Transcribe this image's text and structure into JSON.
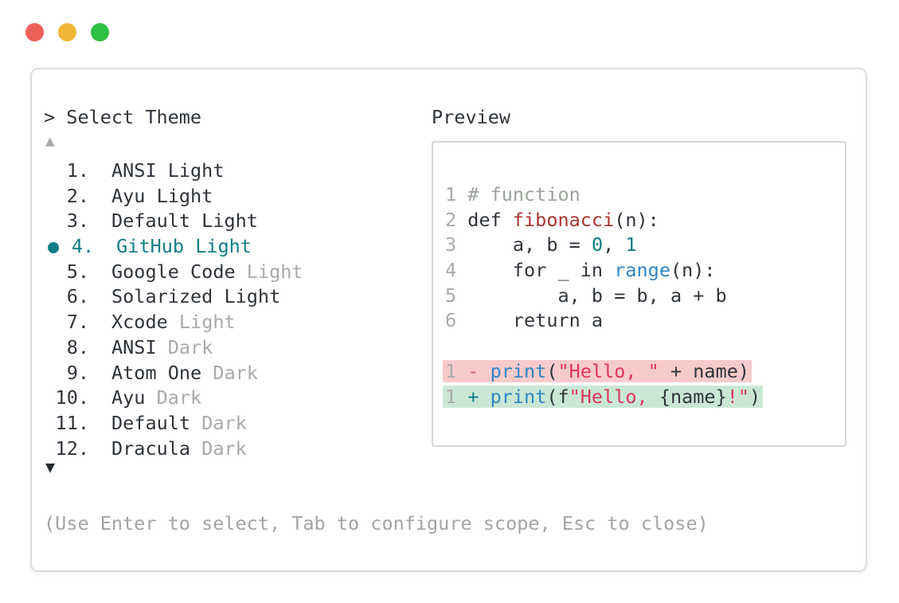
{
  "window": {
    "traffic_lights": {
      "close": "#f05f57",
      "minimize": "#f2b736",
      "zoom": "#2dc043"
    }
  },
  "prompt": "> Select Theme",
  "scroll_up_icon": "▲",
  "scroll_down_icon": "▼",
  "bullet_char": "●",
  "theme_list": [
    {
      "num": "1.",
      "name": "ANSI Light",
      "muted": "",
      "selected": false
    },
    {
      "num": "2.",
      "name": "Ayu Light",
      "muted": "",
      "selected": false
    },
    {
      "num": "3.",
      "name": "Default Light",
      "muted": "",
      "selected": false
    },
    {
      "num": "4.",
      "name": "GitHub Light",
      "muted": "",
      "selected": true
    },
    {
      "num": "5.",
      "name": "Google Code",
      "muted": " Light",
      "selected": false
    },
    {
      "num": "6.",
      "name": "Solarized Light",
      "muted": "",
      "selected": false
    },
    {
      "num": "7.",
      "name": "Xcode",
      "muted": " Light",
      "selected": false
    },
    {
      "num": "8.",
      "name": "ANSI",
      "muted": " Dark",
      "selected": false
    },
    {
      "num": "9.",
      "name": "Atom One",
      "muted": " Dark",
      "selected": false
    },
    {
      "num": "10.",
      "name": "Ayu",
      "muted": " Dark",
      "selected": false
    },
    {
      "num": "11.",
      "name": "Default",
      "muted": " Dark",
      "selected": false
    },
    {
      "num": "12.",
      "name": "Dracula",
      "muted": " Dark",
      "selected": false
    }
  ],
  "preview": {
    "heading": "Preview",
    "code_lines": [
      {
        "bg": "",
        "tokens": [
          [
            "1 ",
            "ln"
          ],
          [
            "# function",
            "cm"
          ]
        ]
      },
      {
        "bg": "",
        "tokens": [
          [
            "2 ",
            "ln"
          ],
          [
            "def ",
            "tx"
          ],
          [
            "fibonacci",
            "fn"
          ],
          [
            "(n):",
            "tx"
          ]
        ]
      },
      {
        "bg": "",
        "tokens": [
          [
            "3 ",
            "ln"
          ],
          [
            "    a, b = ",
            "tx"
          ],
          [
            "0",
            "nu"
          ],
          [
            ", ",
            "tx"
          ],
          [
            "1",
            "nu"
          ]
        ]
      },
      {
        "bg": "",
        "tokens": [
          [
            "4 ",
            "ln"
          ],
          [
            "    for _ in ",
            "tx"
          ],
          [
            "range",
            "bl"
          ],
          [
            "(n):",
            "tx"
          ]
        ]
      },
      {
        "bg": "",
        "tokens": [
          [
            "5 ",
            "ln"
          ],
          [
            "        a, b = b, a + b",
            "tx"
          ]
        ]
      },
      {
        "bg": "",
        "tokens": [
          [
            "6 ",
            "ln"
          ],
          [
            "    return a",
            "tx"
          ]
        ]
      },
      {
        "bg": "",
        "tokens": []
      },
      {
        "bg": "del",
        "tokens": [
          [
            "1 ",
            "ln"
          ],
          [
            "- ",
            "mi"
          ],
          [
            "print",
            "bl"
          ],
          [
            "(",
            "tx"
          ],
          [
            "\"Hello, \"",
            "st"
          ],
          [
            " + name)",
            "tx"
          ]
        ]
      },
      {
        "bg": "add",
        "tokens": [
          [
            "1 ",
            "ln"
          ],
          [
            "+ ",
            "pl"
          ],
          [
            "print",
            "bl"
          ],
          [
            "(f",
            "tx"
          ],
          [
            "\"Hello, ",
            "st"
          ],
          [
            "{name}",
            "tx"
          ],
          [
            "!\"",
            "st"
          ],
          [
            ")",
            "tx"
          ]
        ]
      }
    ]
  },
  "help_text": "(Use Enter to select, Tab to configure scope, Esc to close)",
  "colors": {
    "tx": "#2f343a",
    "ln": "#a9a9a9",
    "cm": "#9aa29a",
    "fn": "#ad3431",
    "nu": "#0f7d85",
    "bl": "#2d85c4",
    "st": "#dc3558",
    "mi": "#e0607a",
    "pl": "#0f7d85",
    "selected": "#0f7d85",
    "muted": "#a9a9a9",
    "diff_del_bg": "#f8cbcb",
    "diff_add_bg": "#cae7d6"
  }
}
